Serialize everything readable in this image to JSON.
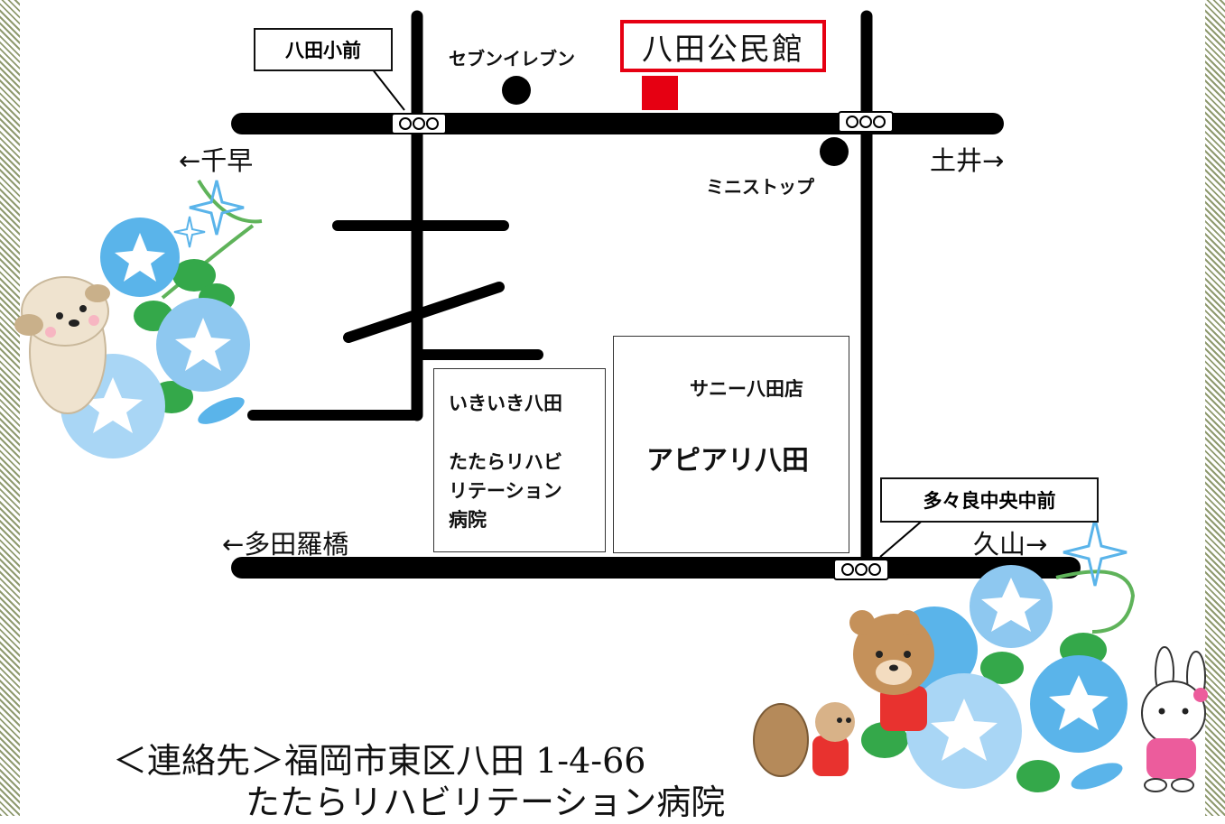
{
  "map": {
    "facility_name": "八田公民館",
    "bus_stops": [
      {
        "label": "八田小前"
      },
      {
        "label": "多々良中央中前"
      }
    ],
    "directions": [
      {
        "label": "←千早"
      },
      {
        "label": "土井→"
      },
      {
        "label": "←多田羅橋"
      },
      {
        "label": "久山→"
      }
    ],
    "stores": [
      {
        "label": "セブンイレブン"
      },
      {
        "label": "ミニストップ"
      }
    ],
    "buildings": {
      "ikiiki": {
        "line1": "いきいき八田",
        "line2": "たたらリハビ",
        "line3": "リテーション",
        "line4": "病院"
      },
      "apiari": {
        "sunny": "サニー八田店",
        "name": "アピアリ八田"
      }
    },
    "signal_symbol": "OOO",
    "colors": {
      "road": "#000000",
      "highlight": "#e60012",
      "flower_light": "#8ec8f0",
      "flower_dark": "#5ab4ea",
      "leaf": "#34a84a"
    }
  },
  "contact": {
    "line1": "＜連絡先＞福岡市東区八田 1-4-66",
    "line2": "たたらリハビリテーション病院"
  }
}
